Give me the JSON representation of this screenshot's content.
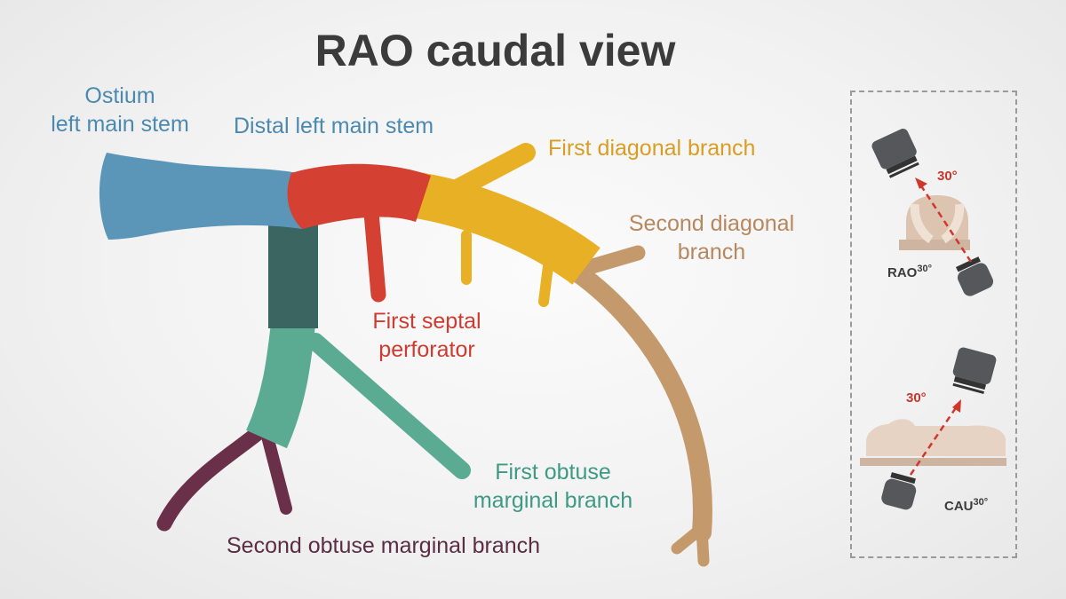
{
  "title": "RAO caudal view",
  "labels": {
    "ostium_line1": "Ostium",
    "ostium_line2": "left main stem",
    "distal_lms": "Distal left main stem",
    "first_diagonal": "First diagonal branch",
    "second_diagonal_line1": "Second diagonal",
    "second_diagonal_line2": "branch",
    "first_septal_line1": "First septal",
    "first_septal_line2": "perforator",
    "first_om_line1": "First obtuse",
    "first_om_line2": "marginal branch",
    "second_om": "Second obtuse marginal branch"
  },
  "projection_panel": {
    "rao_label": "RAO",
    "rao_angle": "30°",
    "rao_tilt": "30°",
    "cau_label": "CAU",
    "cau_angle": "30°",
    "cau_tilt": "30°"
  },
  "colors": {
    "left_main_stem": "#5b96b9",
    "distal_left_main": "#d44031",
    "lad_proximal": "#e8b024",
    "lad_distal": "#c49a6c",
    "circumflex_proximal": "#3a6560",
    "circumflex_mid": "#5aab92",
    "second_obtuse_marginal": "#6b3049",
    "angle_arrow": "#d0372c"
  }
}
